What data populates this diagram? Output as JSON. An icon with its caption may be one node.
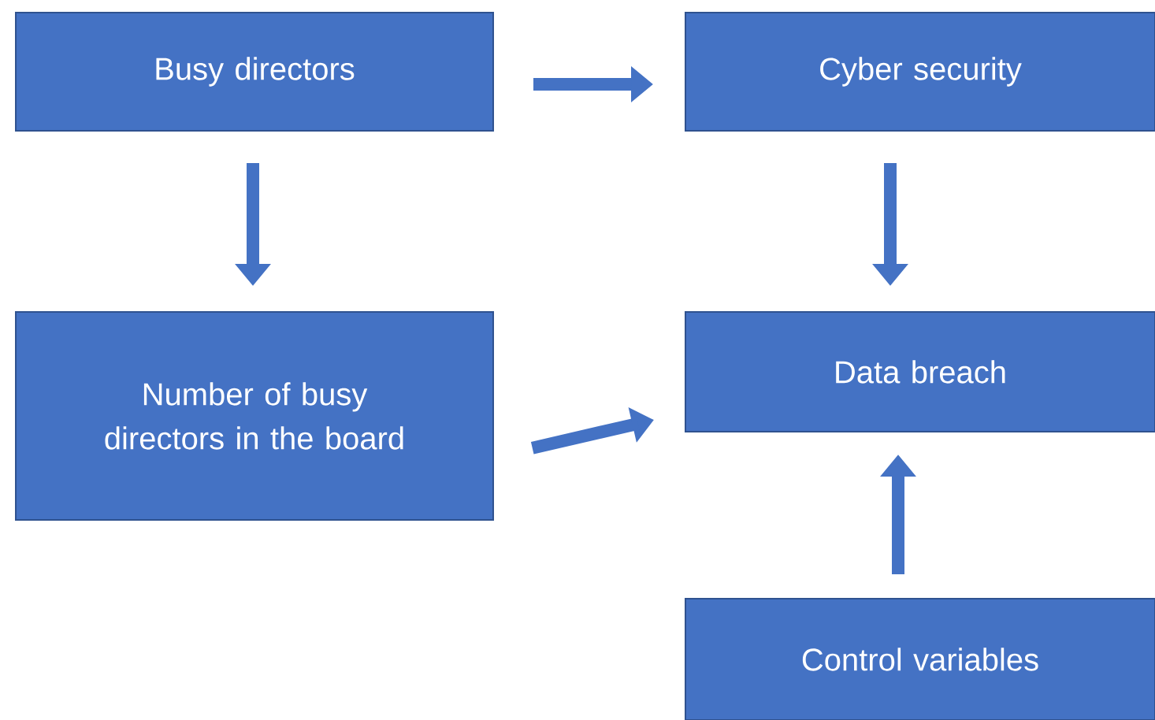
{
  "diagram": {
    "nodes": [
      {
        "text": [
          "Busy directors"
        ]
      },
      {
        "text": [
          "Cyber security"
        ]
      },
      {
        "text": [
          "Number of busy directors in the board"
        ]
      },
      {
        "text": [
          "Data breach"
        ]
      },
      {
        "text": [
          "Control variables"
        ]
      }
    ],
    "edges": [
      {
        "from": 0,
        "to": 1,
        "arrow": "to"
      },
      {
        "from": 0,
        "to": 2,
        "arrow": "to"
      },
      {
        "from": 1,
        "to": 3,
        "arrow": "to"
      },
      {
        "from": 2,
        "to": 3,
        "arrow": "to"
      },
      {
        "from": 4,
        "to": 3,
        "arrow": "to"
      }
    ]
  }
}
